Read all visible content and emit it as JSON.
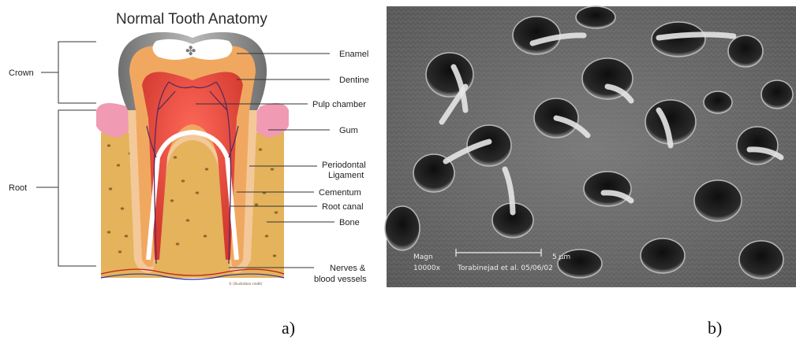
{
  "panel_a": {
    "title": "Normal Tooth Anatomy",
    "left_labels": {
      "crown": "Crown",
      "root": "Root"
    },
    "right_labels": {
      "enamel": "Enamel",
      "dentine": "Dentine",
      "pulp_chamber": "Pulp chamber",
      "gum": "Gum",
      "periodontal_1": "Periodontal",
      "periodontal_2": "Ligament",
      "cementum": "Cementum",
      "root_canal": "Root canal",
      "bone": "Bone",
      "nerves_1": "Nerves &",
      "nerves_2": "blood vessels"
    },
    "caption": "a)",
    "colors": {
      "enamel": "#8e8e8e",
      "dentine": "#f0a860",
      "pulp": "#e8483c",
      "gum": "#f09ab4",
      "bone": "#e8b860",
      "bone_spots": "#8a6a30"
    }
  },
  "panel_b": {
    "scale_magn_label": "Magn",
    "scale_magn_value": "10000x",
    "scale_length": "5 μm",
    "scale_credit": "Torabinejad et al. 05/06/02",
    "caption": "b)",
    "colors": {
      "background": "#6e6e6e",
      "tubule": "#1c1c1c",
      "fiber": "#e6e6e6"
    }
  }
}
